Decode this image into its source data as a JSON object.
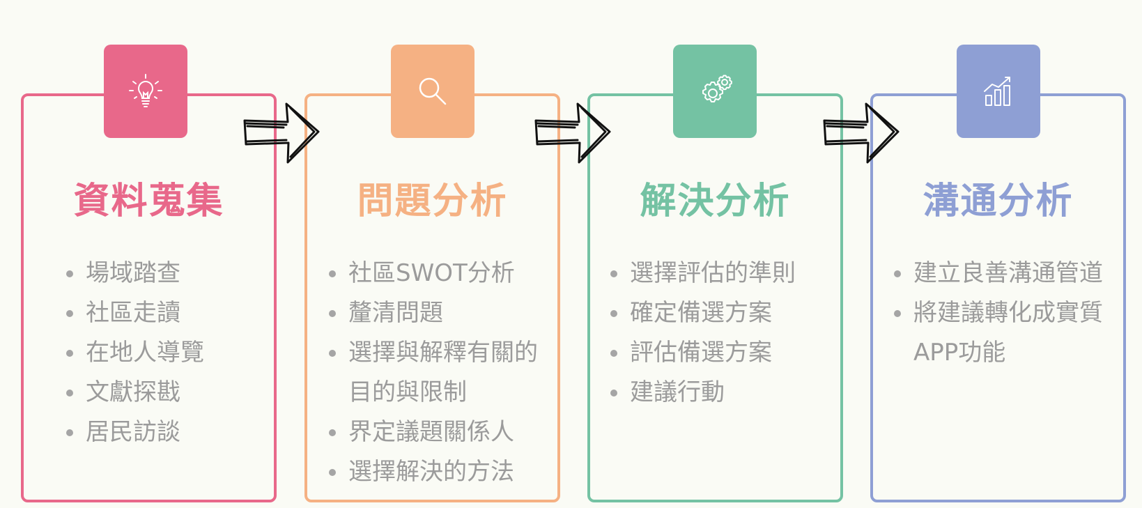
{
  "colors": {
    "pink": "#e8688a",
    "orange": "#f5b183",
    "green": "#74c2a3",
    "blue": "#8e9fd4",
    "bullet_text": "#9b9b9b",
    "background": "#fafbf5"
  },
  "stages": [
    {
      "icon": "lightbulb-icon",
      "title": "資料蒐集",
      "items": [
        "場域踏查",
        "社區走讀",
        "在地人導覽",
        "文獻探戡",
        "居民訪談"
      ]
    },
    {
      "icon": "magnifier-icon",
      "title": "問題分析",
      "items": [
        "社區SWOT分析",
        "釐清問題",
        "選擇與解釋有關的",
        "目的與限制",
        "界定議題關係人",
        "選擇解決的方法"
      ]
    },
    {
      "icon": "gears-icon",
      "title": "解決分析",
      "items": [
        "選擇評估的準則",
        "確定備選方案",
        "評估備選方案",
        "建議行動"
      ]
    },
    {
      "icon": "bar-chart-icon",
      "title": "溝通分析",
      "items": [
        "建立良善溝通管道",
        "將建議轉化成實質",
        "APP功能"
      ]
    }
  ]
}
